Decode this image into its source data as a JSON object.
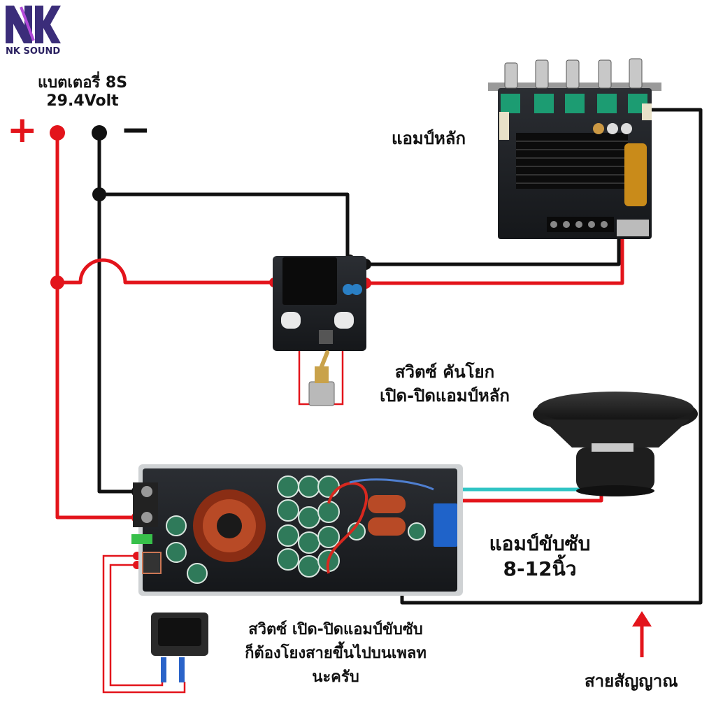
{
  "brand": {
    "logo_text": "NK",
    "name": "NK SOUND"
  },
  "battery": {
    "label": "แบตเตอรี่ 8S",
    "voltage": "29.4Volt",
    "plus_sign": "+",
    "minus_sign": "−"
  },
  "main_amp": {
    "label": "แอมป์หลัก"
  },
  "toggle_switch": {
    "line1": "สวิตซ์ คันโยก",
    "line2": "เปิด-ปิดแอมป์หลัก"
  },
  "sub_amp": {
    "line1": "แอมป์ขับซับ",
    "line2": "8-12นิ้ว"
  },
  "rocker_switch": {
    "line1": "สวิตซ์ เปิด-ปิดแอมป์ขับซับ",
    "line2": "ก็ต้องโยงสายขึ้นไปบนเพลท",
    "line3": "นะครับ"
  },
  "signal": {
    "label": "สายสัญญาณ"
  },
  "colors": {
    "positive_wire": "#e3141b",
    "negative_wire": "#111111",
    "speaker_wire": "#2fc4c4"
  }
}
